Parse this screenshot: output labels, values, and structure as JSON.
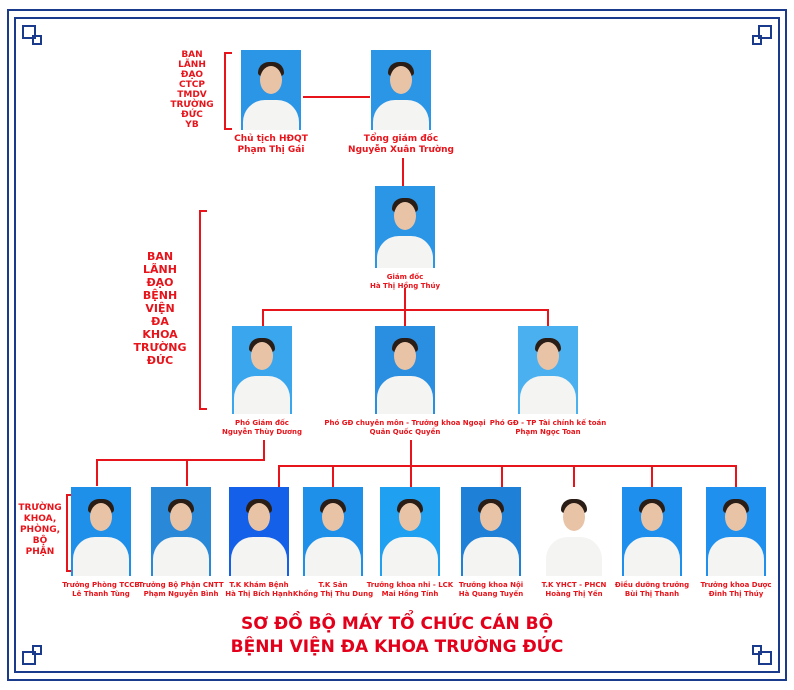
{
  "colors": {
    "line": "#e8141b",
    "border": "#1a3a8c",
    "text": "#e8141b"
  },
  "board_company": {
    "label": [
      "BAN",
      "LÃNH",
      "ĐẠO",
      "CTCP",
      "TMDV",
      "TRƯỜNG",
      "ĐỨC",
      "YB"
    ]
  },
  "board_hospital": {
    "label": [
      "BAN",
      "LÃNH",
      "ĐẠO",
      "BỆNH",
      "VIỆN",
      "ĐA",
      "KHOA",
      "TRƯỜNG",
      "ĐỨC"
    ]
  },
  "departments_label": [
    "TRƯỜNG",
    "KHOA,",
    "PHÒNG,",
    "BỘ",
    "PHẬN"
  ],
  "people": [
    {
      "role": "Chủ tịch HĐQT",
      "name": "Phạm Thị Gái"
    },
    {
      "role": "Tổng giám đốc",
      "name": "Nguyễn Xuân Trường"
    },
    {
      "role": "Giám  đốc",
      "name": "Hà Thị Hồng Thúy"
    },
    {
      "role": "Phó Giám đốc",
      "name": "Nguyễn Thùy Dương"
    },
    {
      "role": "Phó GĐ chuyên môn - Trưởng khoa Ngoại",
      "name": "Quản Quốc Quyền"
    },
    {
      "role": "Phó GĐ - TP Tài chính kế toán",
      "name": "Phạm Ngọc Toan"
    },
    {
      "role": "Trưởng Phòng TCCB",
      "name": "Lê Thanh Tùng"
    },
    {
      "role": "Trưởng  Bộ Phận CNTT",
      "name": "Phạm Nguyễn Bình"
    },
    {
      "role": "T.K Khám Bệnh",
      "name": "Hà Thị Bích Hạnh"
    },
    {
      "role": "T.K Sản",
      "name": "Khổng Thị Thu Dung"
    },
    {
      "role": "Trưởng khoa nhi - LCK",
      "name": "Mai Hồng Tính"
    },
    {
      "role": "Trưởng khoa Nội",
      "name": "Hà Quang Tuyến"
    },
    {
      "role": "T.K YHCT - PHCN",
      "name": "Hoàng Thị Yến"
    },
    {
      "role": "Điều dưỡng trưởng",
      "name": "Bùi Thị Thanh"
    },
    {
      "role": "Trưởng khoa Dược",
      "name": "Đinh Thị Thúy"
    }
  ],
  "title": {
    "line1": "SƠ ĐỒ BỘ MÁY TỔ CHỨC CÁN BỘ",
    "line2": "BỆNH VIỆN ĐA KHOA TRƯỜNG ĐỨC"
  }
}
